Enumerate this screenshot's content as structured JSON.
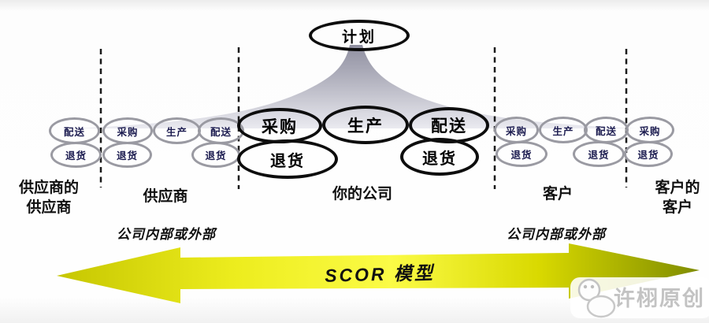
{
  "plan": {
    "label": "计划"
  },
  "chains": {
    "left": {
      "top": [
        "配送",
        "采购",
        "生产",
        "配送"
      ],
      "returns": [
        "退货",
        "退货",
        "退货"
      ]
    },
    "center": {
      "top": [
        "采购",
        "生产",
        "配送"
      ],
      "returns": [
        "退货",
        "退货"
      ]
    },
    "right": {
      "top": [
        "采购",
        "生产",
        "配送",
        "采购"
      ],
      "returns": [
        "退货",
        "退货",
        "退货"
      ]
    }
  },
  "labels": {
    "supplier_of_supplier": "供应商的\n供应商",
    "supplier": "供应商",
    "your_company": "你的公司",
    "customer": "客户",
    "customer_of_customer": "客户的\n客户",
    "scope_left": "公司内部或外部",
    "scope_right": "公司内部或外部"
  },
  "arrow": {
    "label": "SCOR 模型"
  },
  "watermark": {
    "text": "许栩原创"
  },
  "colors": {
    "big_ellipse_border": "#0d0d0d",
    "small_ellipse_border": "#9a9aa2",
    "small_ellipse_text": "#1c1c50",
    "funnel_top": "#8f8fa0",
    "funnel_mid": "#b6b6c2",
    "funnel_bottom": "#eaeaf0",
    "arrow_dark_yellow": "#c6c600",
    "arrow_bright_yellow": "#fbfb46",
    "arrow_olive": "#7f8c00",
    "watermark_gray": "#c3c3c3"
  }
}
